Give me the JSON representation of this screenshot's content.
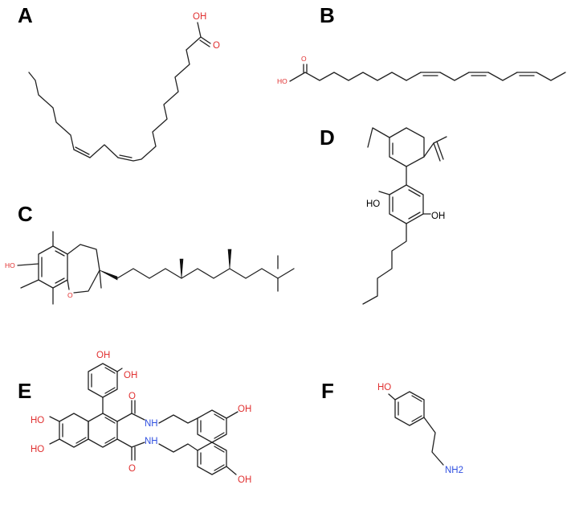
{
  "colors": {
    "bond": "#222222",
    "oxygen": "#e03030",
    "nitrogen": "#3050e0",
    "label": "#000000"
  },
  "panels": {
    "A": {
      "label": "A",
      "oh": "OH",
      "o": "O"
    },
    "B": {
      "label": "B",
      "oh": "HO",
      "o": "O"
    },
    "C": {
      "label": "C",
      "ho": "HO",
      "o": "O"
    },
    "D": {
      "label": "D",
      "oh1": "HO",
      "oh2": "OH"
    },
    "E": {
      "label": "E",
      "oh_cat1": "OH",
      "oh_cat2": "OH",
      "oh_naph1": "HO",
      "oh_naph2": "HO",
      "o1": "O",
      "o2": "O",
      "nh1": "NH",
      "nh2": "NH",
      "oh_phen1": "OH",
      "oh_phen2": "OH"
    },
    "F": {
      "label": "F",
      "ho": "HO",
      "nh2": "NH2"
    }
  }
}
